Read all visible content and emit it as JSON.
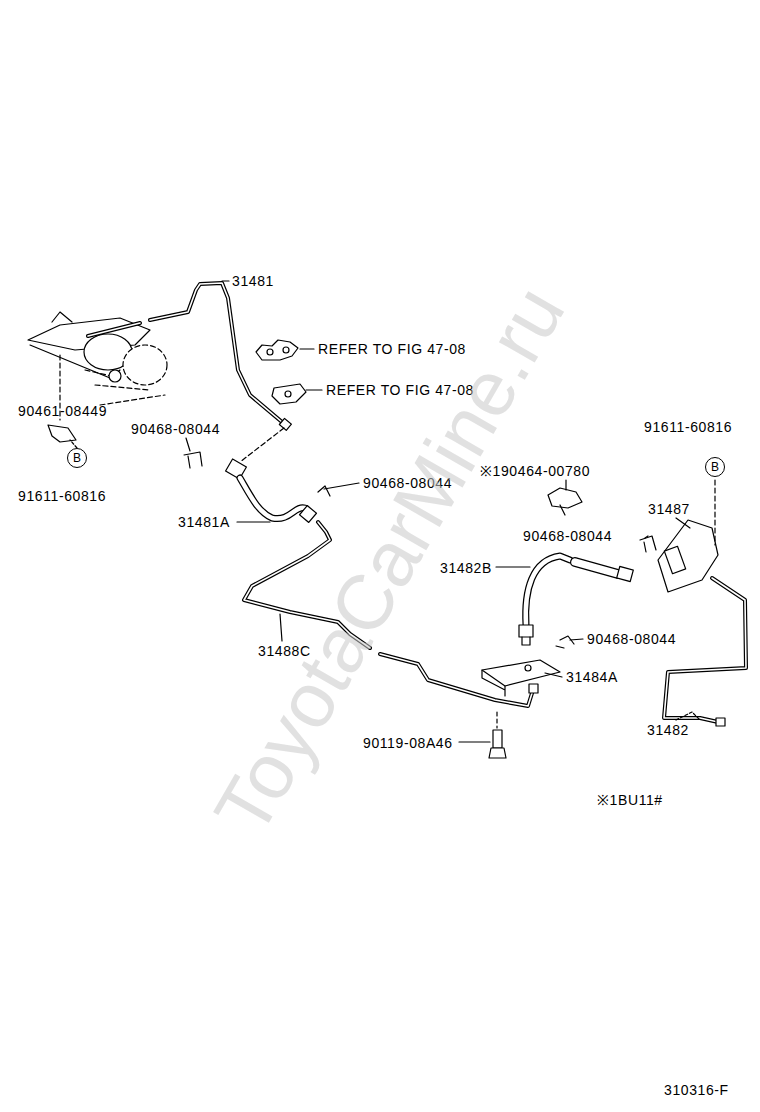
{
  "diagram": {
    "nodes": [
      {
        "text": [
          "B"
        ]
      },
      {
        "text": [
          "B"
        ]
      }
    ],
    "labels": [
      "31481",
      "REFER TO FIG 47-08",
      "REFER TO FIG 47-08",
      "90461-08449",
      "90468-08044",
      "91611-60816",
      "31481A",
      "90468-08044",
      "※190464-00780",
      "91611-60816",
      "31487",
      "90468-08044",
      "31482B",
      "90468-08044",
      "31488C",
      "31484A",
      "31482",
      "90119-08A46",
      "※1BU11#",
      "310316-F",
      "ToyotaCarMine.ru"
    ]
  }
}
